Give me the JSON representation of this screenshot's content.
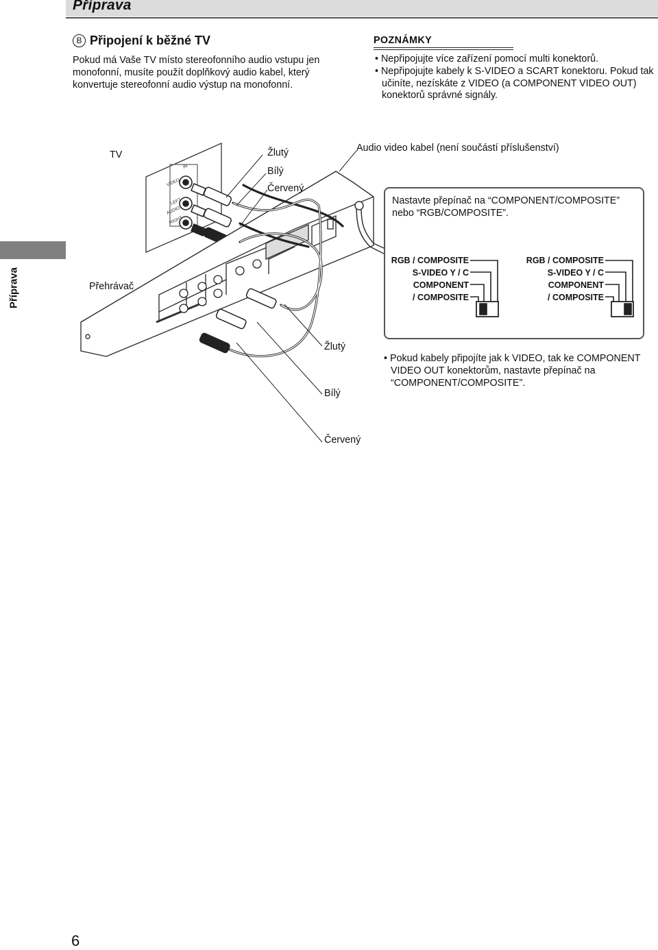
{
  "header": {
    "title": "Příprava"
  },
  "section": {
    "letter": "B",
    "title": "Připojení k běžné TV"
  },
  "intro": "Pokud má Vaše TV místo stereofonního audio vstupu jen monofonní, musíte použít doplňkový audio kabel, který konvertuje stereofonní audio výstup na monofonní.",
  "notes": {
    "title": "POZNÁMKY",
    "items": [
      "• Nepřipojujte více zařízení pomocí multi konektorů.",
      "• Nepřipojujte kabely k S-VIDEO a SCART konektoru. Pokud tak učiníte, nezískáte z VIDEO (a COMPONENT VIDEO OUT) konektorů správné signály."
    ]
  },
  "side_tab": {
    "label": "Příprava"
  },
  "diagram": {
    "tv_label": "TV",
    "player_label": "Přehrávač",
    "cable_label": "Audio video kabel (není součástí příslušenství)",
    "top_colors": [
      "Žlutý",
      "Bílý",
      "Červený"
    ],
    "bottom_colors": [
      "Žlutý",
      "Bílý",
      "Červený"
    ],
    "tv_jacks": {
      "in": "IN",
      "video": "VIDEO",
      "left": "LEFT",
      "audio": "AUDIO",
      "right": "RIGHT"
    }
  },
  "switch_panel": {
    "instruction": "Nastavte přepínač na “COMPONENT/COMPOSITE” nebo “RGB/COMPOSITE”.",
    "left": {
      "line1": "RGB / COMPOSITE",
      "line2": "S-VIDEO  Y / C",
      "line3": "COMPONENT",
      "line4": "/ COMPOSITE"
    },
    "right": {
      "line1": "RGB / COMPOSITE",
      "line2": "S-VIDEO  Y / C",
      "line3": "COMPONENT",
      "line4": "/ COMPOSITE"
    }
  },
  "bottom_note": "• Pokud kabely připojíte jak k VIDEO, tak ke COMPONENT VIDEO OUT konektorům, nastavte přepínač na “COMPONENT/COMPOSITE”.",
  "page_number": "6"
}
